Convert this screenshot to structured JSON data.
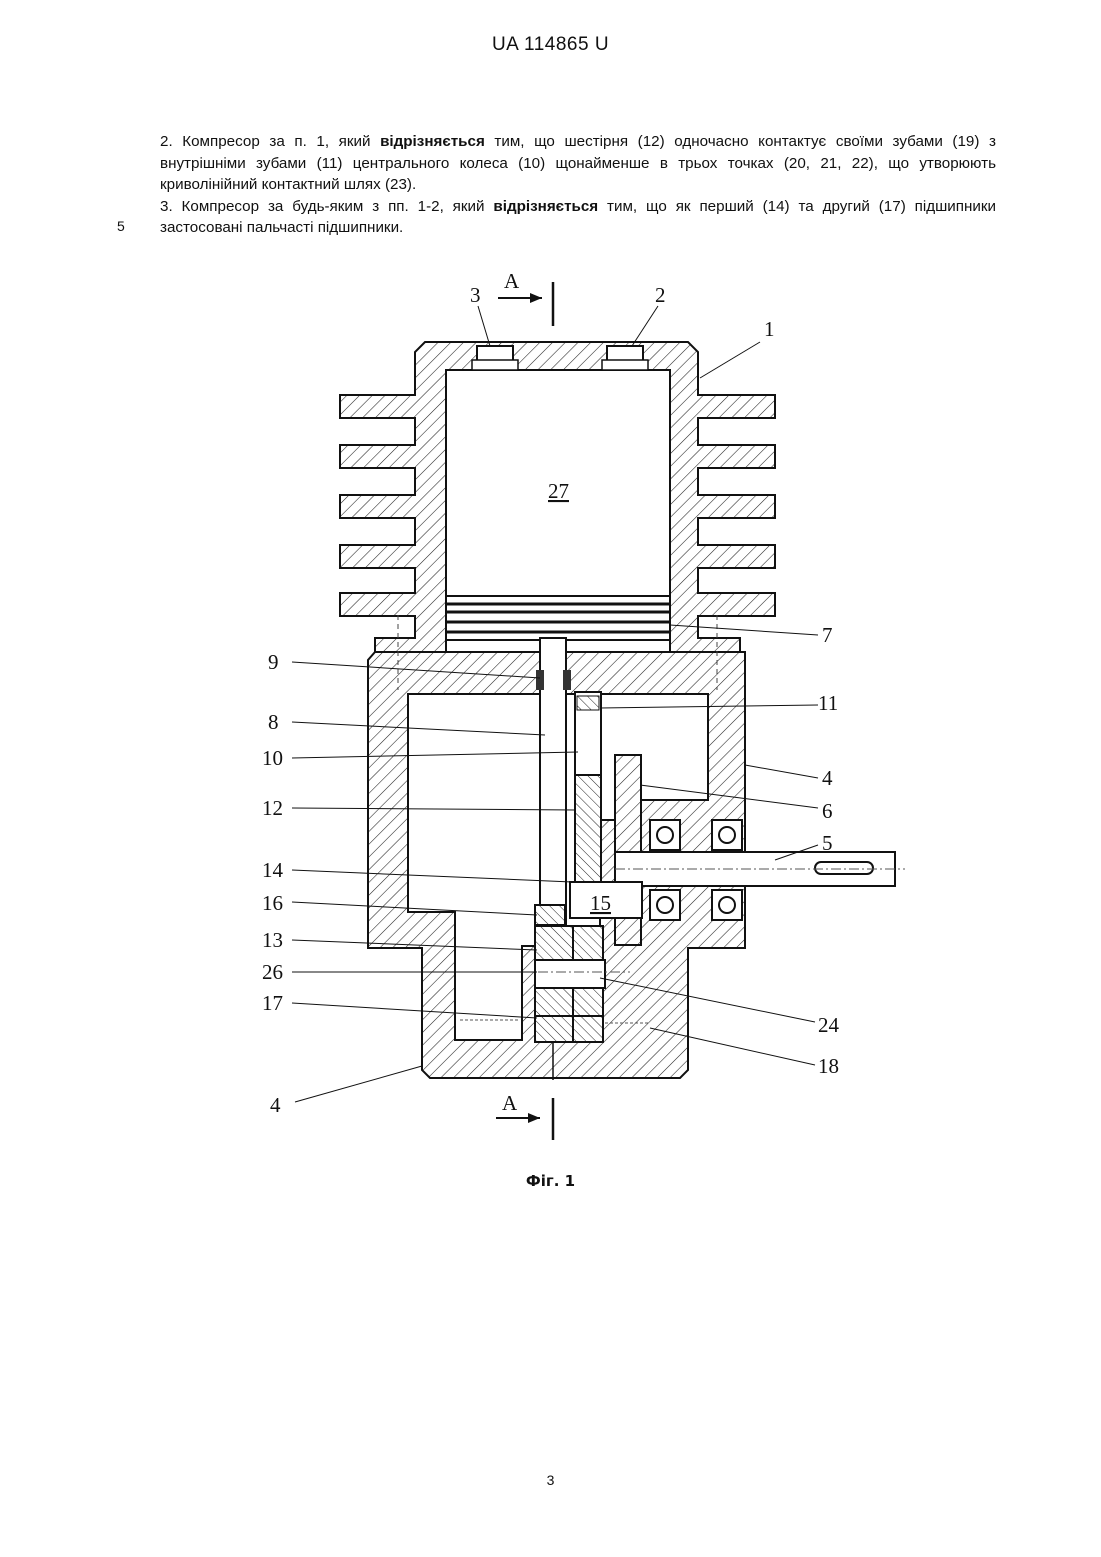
{
  "document": {
    "header": "UA   114865   U",
    "line_number": "5",
    "claims": [
      {
        "before": "2. Компресор за п. 1, який ",
        "bold": "відрізняється",
        "after": " тим, що шестірня (12) одночасно контактує своїми зубами (19) з внутрішніми зубами (11) центрального колеса (10) щонайменше в трьох точках (20, 21, 22), що утворюють криволінійний контактний шлях (23)."
      },
      {
        "before": "3. Компресор за будь-яким з пп. 1-2, який ",
        "bold": "відрізняється",
        "after": " тим, що як перший (14) та другий (17) підшипники застосовані пальчасті підшипники."
      }
    ],
    "figure_caption": "Фіг. 1",
    "page_number": "3"
  },
  "figure": {
    "section_marker": "A",
    "section_marker_bottom": "A",
    "body_label": "27",
    "part_15_label": "15",
    "left_labels": [
      "9",
      "8",
      "10",
      "12",
      "14",
      "16",
      "13",
      "26",
      "17",
      "4"
    ],
    "right_labels": [
      "1",
      "7",
      "11",
      "4",
      "6",
      "5",
      "24",
      "18"
    ],
    "top_labels": [
      "3",
      "2"
    ]
  }
}
